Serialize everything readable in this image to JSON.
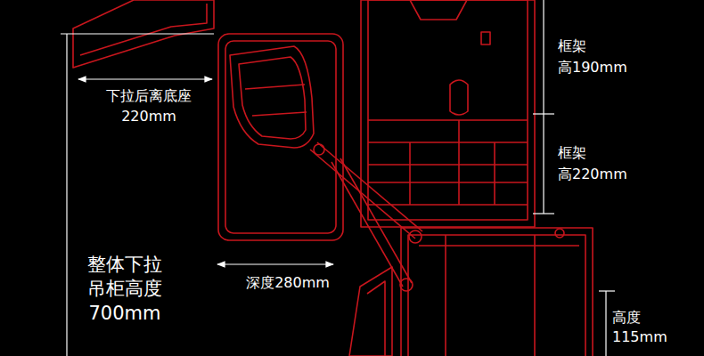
{
  "diagram": {
    "labels": [
      "下拉后离底座 220mm",
      "框架 高190mm",
      "框架 高220mm",
      "整体下拉 吊柜高度 700mm",
      "深度280mm",
      "高度 115mm"
    ]
  }
}
